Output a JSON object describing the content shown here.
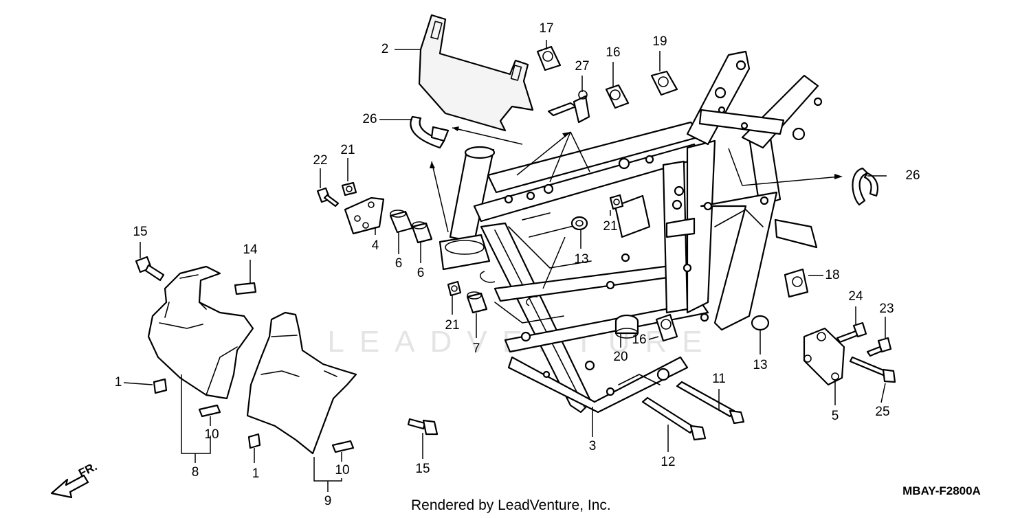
{
  "diagram": {
    "watermark": "LEADVENTURE",
    "footer_credit": "Rendered by LeadVenture, Inc.",
    "diagram_code": "MBAY-F2800A",
    "direction_label": "FR.",
    "callouts": {
      "c1a": "1",
      "c1b": "1",
      "c2": "2",
      "c3": "3",
      "c4": "4",
      "c5": "5",
      "c6a": "6",
      "c6b": "6",
      "c7": "7",
      "c8": "8",
      "c9": "9",
      "c10a": "10",
      "c10b": "10",
      "c11": "11",
      "c12": "12",
      "c13a": "13",
      "c13b": "13",
      "c14": "14",
      "c15a": "15",
      "c15b": "15",
      "c16a": "16",
      "c16b": "16",
      "c17": "17",
      "c18": "18",
      "c19": "19",
      "c20": "20",
      "c21a": "21",
      "c21b": "21",
      "c21c": "21",
      "c22": "22",
      "c23": "23",
      "c24": "24",
      "c25": "25",
      "c26a": "26",
      "c26b": "26",
      "c27": "27"
    }
  }
}
